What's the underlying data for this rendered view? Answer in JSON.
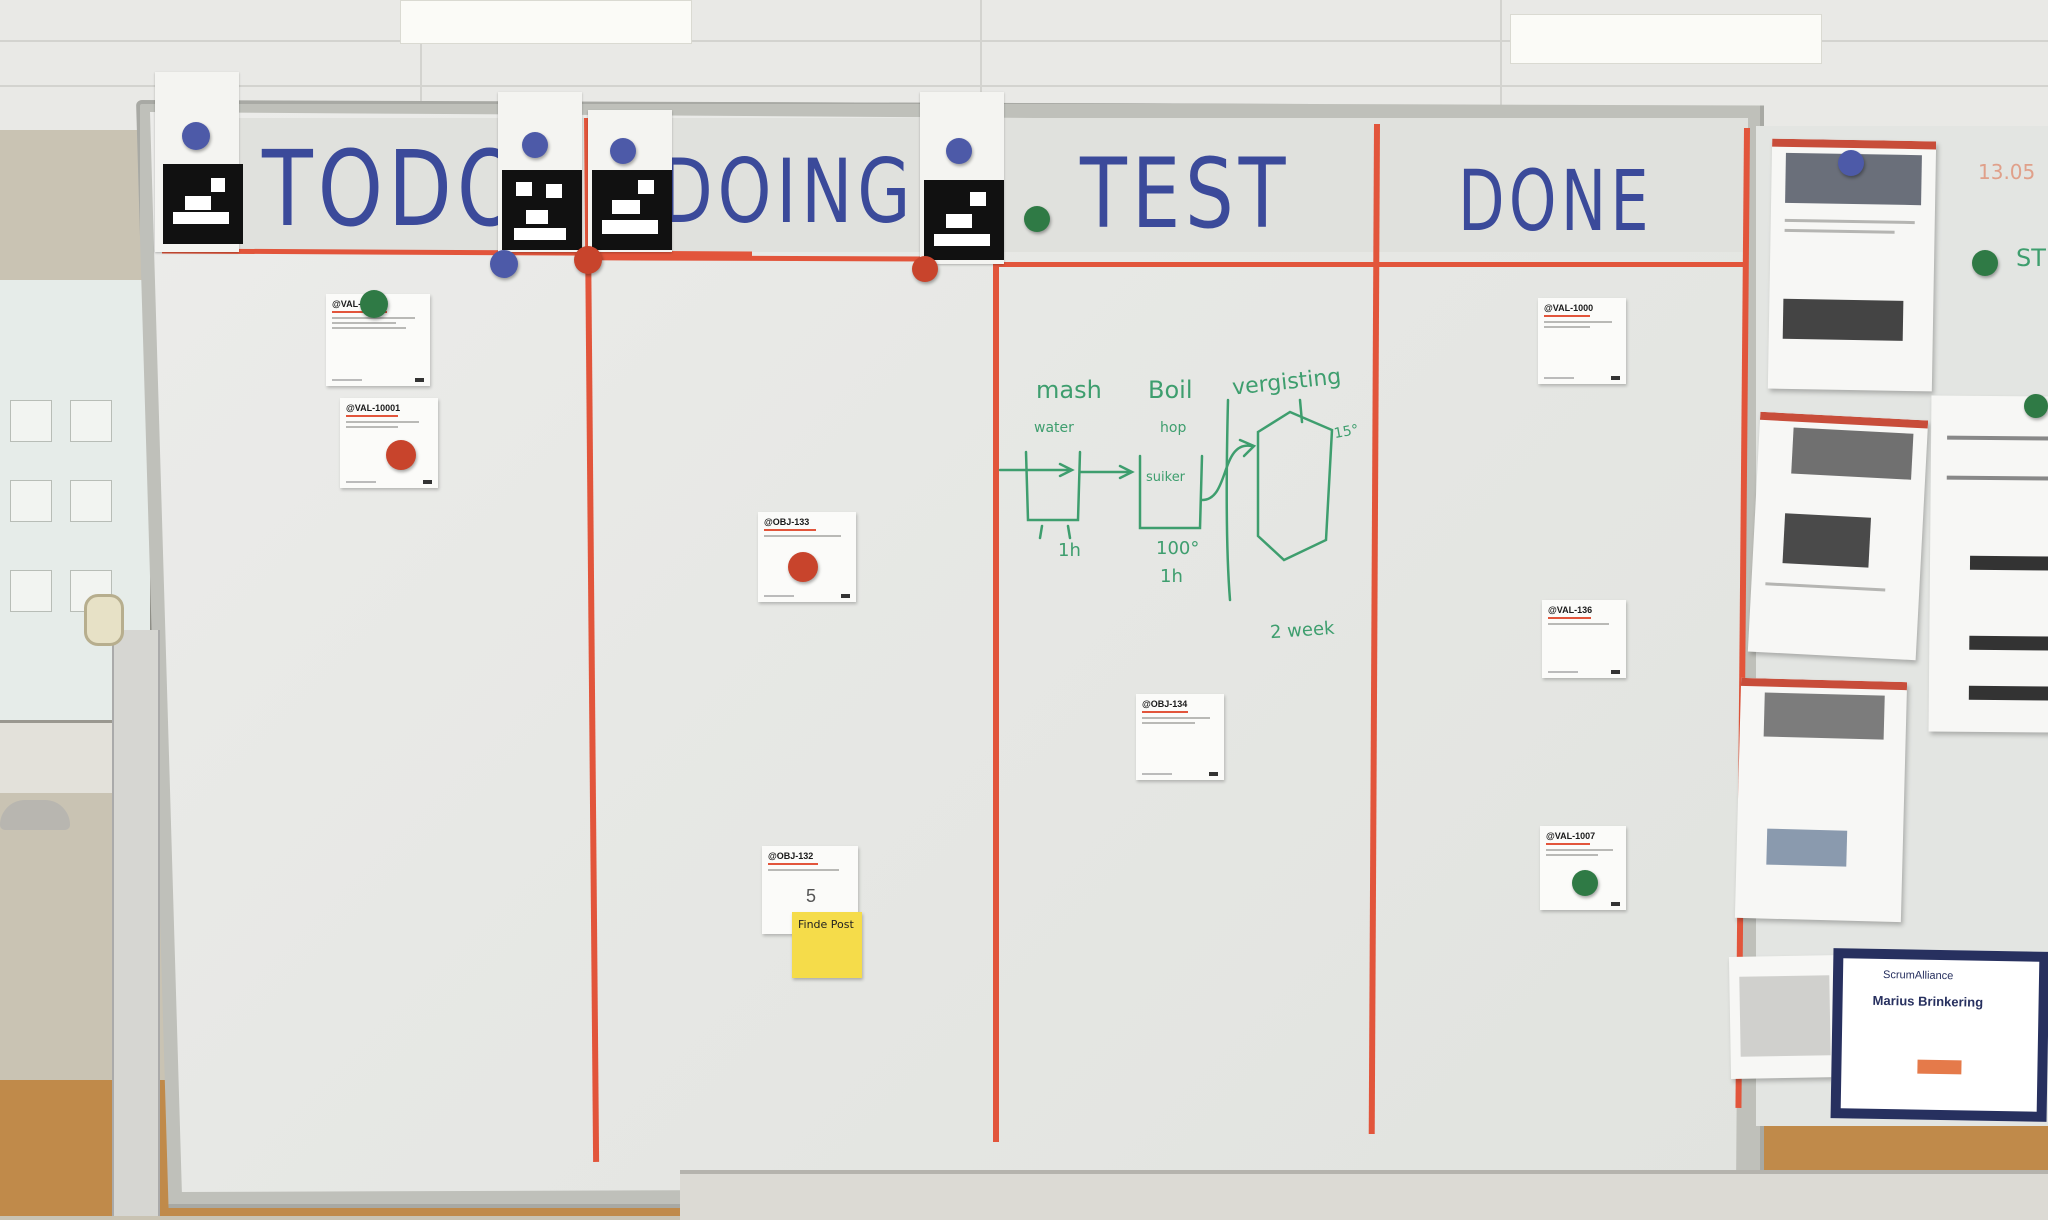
{
  "board": {
    "columns": [
      {
        "title": "TODO"
      },
      {
        "title": "DOING"
      },
      {
        "title": "TEST"
      },
      {
        "title": "DONE"
      }
    ]
  },
  "cards": {
    "todo": [
      {
        "id": "@VAL-1000"
      },
      {
        "id": "@VAL-10001"
      }
    ],
    "doing": [
      {
        "id": "@OBJ-133"
      },
      {
        "id": "@OBJ-132",
        "note": "5"
      }
    ],
    "test": [
      {
        "id": "@OBJ-134"
      }
    ],
    "done": [
      {
        "id": "@VAL-1000"
      },
      {
        "id": "@VAL-136"
      },
      {
        "id": "@VAL-1007"
      }
    ]
  },
  "sticky_note": {
    "text": "Finde Post"
  },
  "whiteboard_sketch": {
    "labels": [
      "mash",
      "Boil",
      "vergisting",
      "1h",
      "100°",
      "1h",
      "2 week",
      "15°",
      "water",
      "hop",
      "suiker"
    ]
  },
  "right_panel": {
    "date": "13.05",
    "note": "ST",
    "certificate": {
      "org": "ScrumAlliance",
      "name": "Marius Brinkering"
    }
  },
  "colors": {
    "tape_red": "#e2553b",
    "title_ink": "#3b4a9a",
    "sketch_ink": "#3e9e6e",
    "magnet_blue": "#4d5aa8",
    "magnet_green": "#2f7a45",
    "magnet_red": "#c8442c",
    "sticky_yellow": "#f5dc4a"
  }
}
